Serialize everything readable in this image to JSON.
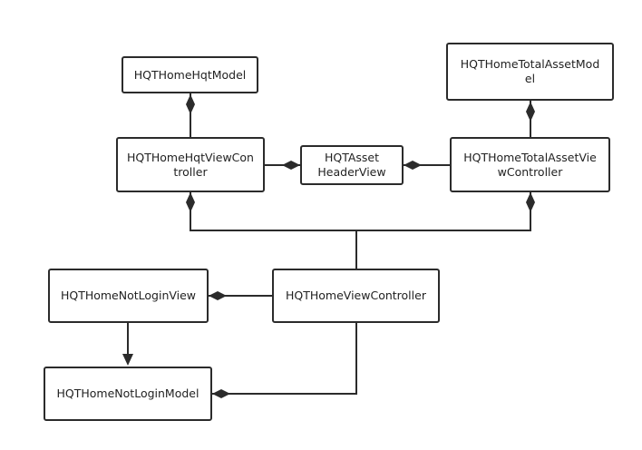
{
  "nodes": {
    "hqt_model": "HQTHomeHqtModel",
    "total_asset_model": "HQTHomeTotalAssetMod\nel",
    "hqt_view_controller": "HQTHomeHqtViewCon\ntroller",
    "asset_header_view": "HQTAsset\nHeaderView",
    "total_asset_view_controller": "HQTHomeTotalAssetVie\nwController",
    "not_login_view": "HQTHomeNotLoginView",
    "home_view_controller": "HQTHomeViewController",
    "not_login_model": "HQTHomeNotLoginModel"
  },
  "colors": {
    "line": "#2b2b2b",
    "background": "#ffffff"
  }
}
